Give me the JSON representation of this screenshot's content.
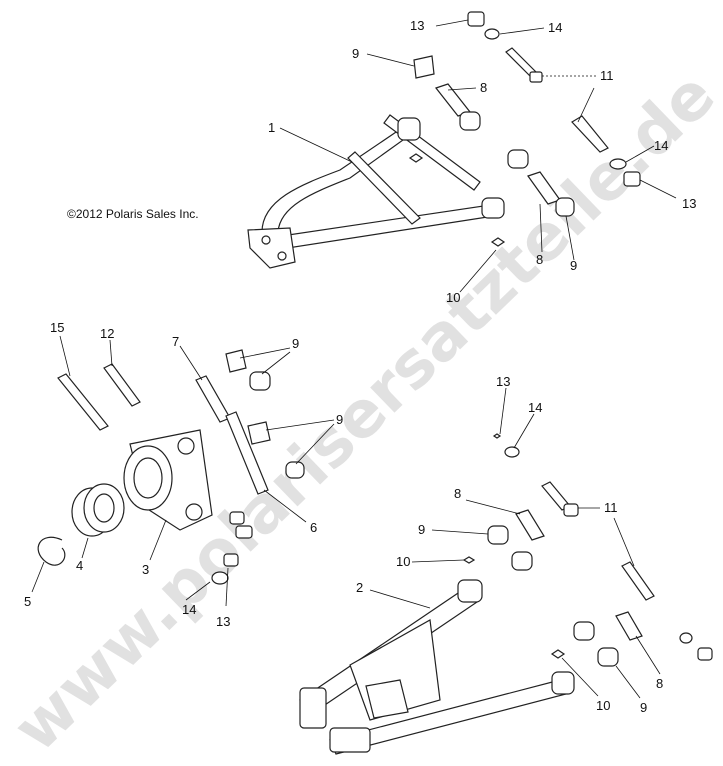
{
  "copyright": "©2012 Polaris Sales Inc.",
  "watermark": "www.polarisersatzteile.de",
  "callouts": [
    "1",
    "2",
    "3",
    "4",
    "5",
    "6",
    "7",
    "8",
    "9",
    "10",
    "11",
    "12",
    "13",
    "14",
    "15"
  ]
}
